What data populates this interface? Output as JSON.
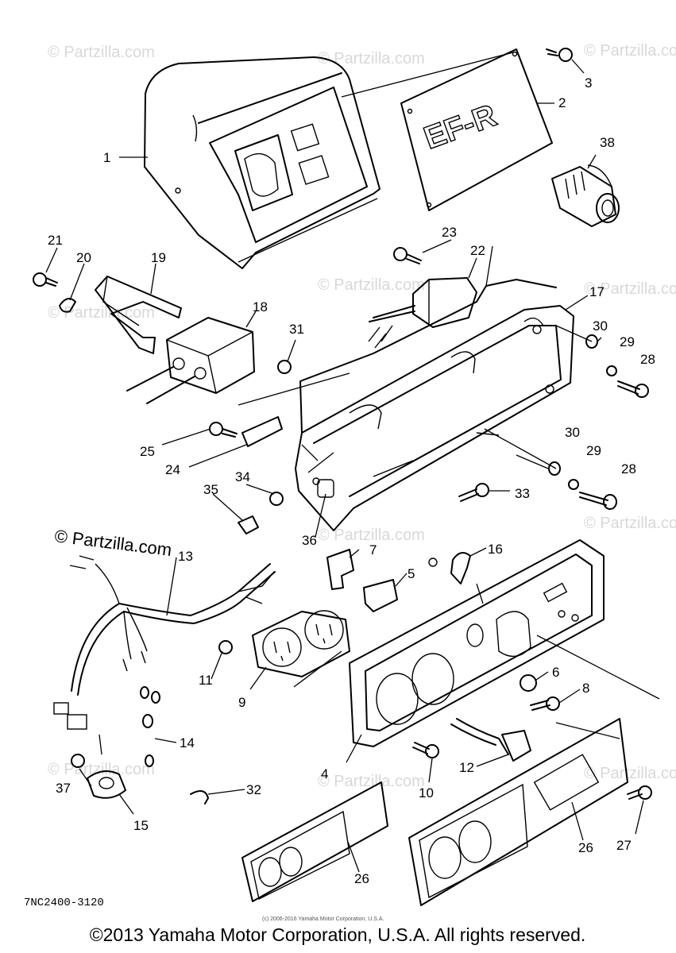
{
  "callouts": {
    "c1": "1",
    "c2": "2",
    "c3": "3",
    "c4": "4",
    "c5": "5",
    "c6": "6",
    "c7": "7",
    "c8": "8",
    "c9": "9",
    "c10": "10",
    "c11": "11",
    "c12": "12",
    "c13": "13",
    "c14": "14",
    "c15": "15",
    "c16": "16",
    "c17": "17",
    "c18": "18",
    "c19": "19",
    "c20": "20",
    "c21": "21",
    "c22": "22",
    "c23": "23",
    "c24": "24",
    "c25": "25",
    "c26a": "26",
    "c26b": "26",
    "c27": "27",
    "c28a": "28",
    "c28b": "28",
    "c29a": "29",
    "c29b": "29",
    "c30a": "30",
    "c30b": "30",
    "c31": "31",
    "c32": "32",
    "c33": "33",
    "c34": "34",
    "c35": "35",
    "c36": "36",
    "c37": "37",
    "c38": "38"
  },
  "panel_logo": "EF-R",
  "watermark": "© Partzilla.com",
  "watermark_dark": "© Partzilla.com",
  "diagram_code": "7NC2400-3120",
  "small_copyright": "(c) 2006-2016 Yamaha Motor Corporation, U.S.A.",
  "copyright": "©2013 Yamaha Motor Corporation, U.S.A. All rights reserved."
}
